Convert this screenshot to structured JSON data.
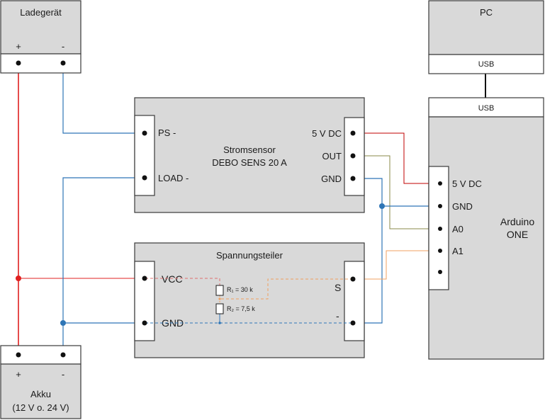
{
  "charger": {
    "title": "Ladegerät",
    "plus": "+",
    "minus": "-"
  },
  "pc": {
    "title": "PC",
    "usb": "USB"
  },
  "arduino": {
    "usb": "USB",
    "name_line1": "Arduino",
    "name_line2": "ONE",
    "pins": [
      "5 V DC",
      "GND",
      "A0",
      "A1"
    ]
  },
  "sensor": {
    "title_line1": "Stromsensor",
    "title_line2": "DEBO SENS 20 A",
    "left_pins": [
      "PS -",
      "LOAD -"
    ],
    "right_pins": [
      "5 V DC",
      "OUT",
      "GND"
    ]
  },
  "divider": {
    "title": "Spannungsteiler",
    "left_pins": [
      "VCC",
      "GND"
    ],
    "right_pins": [
      "S",
      "-"
    ],
    "r1": "R₁ = 30 k",
    "r2": "R₂ = 7,5 k"
  },
  "battery": {
    "plus": "+",
    "minus": "-",
    "title_line1": "Akku",
    "title_line2": "(12 V o. 24 V)"
  },
  "colors": {
    "red": "#e02020",
    "blue": "#2e75b6",
    "olive": "#8a8a4a",
    "orange": "#f0a060",
    "dark_red": "#c00000",
    "black": "#111111"
  }
}
